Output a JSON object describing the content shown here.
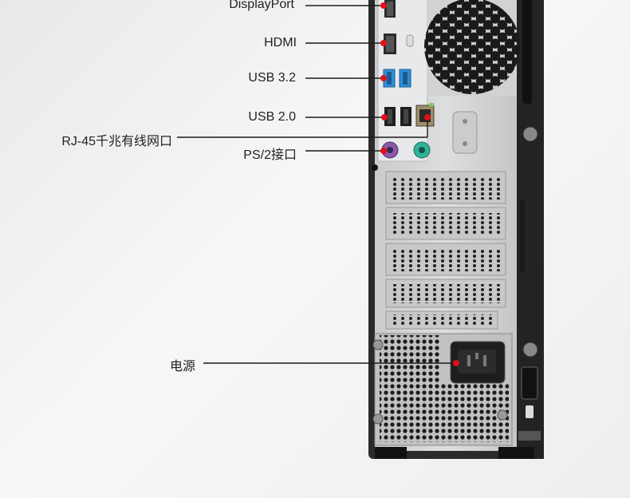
{
  "labels": {
    "displayport": "DisplayPort",
    "hdmi": "HDMI",
    "usb32": "USB 3.2",
    "usb20": "USB 2.0",
    "rj45": "RJ-45千兆有线网口",
    "ps2": "PS/2接口",
    "power": "电源"
  },
  "colors": {
    "marker": "#e0101a",
    "usb3_port": "#2e8fd8",
    "ps2_mouse": "#2fb39a",
    "ps2_keyboard": "#8a5aa8",
    "case_frame": "#2a2a2a",
    "panel": "#d7d9db"
  }
}
